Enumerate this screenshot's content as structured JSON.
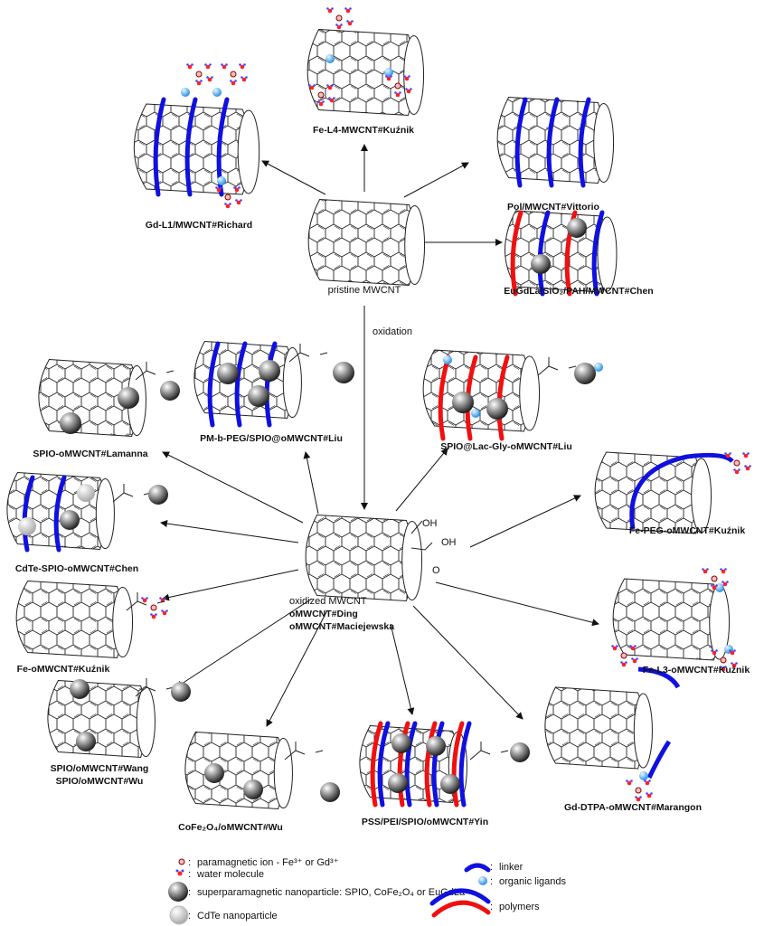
{
  "center_labels": {
    "pristine": "pristine MWCNT",
    "oxidation": "oxidation",
    "oxidized": "oxidized MWCNT",
    "ding": "oMWCNT#Ding",
    "maciejewska": "oMWCNT#Maciejewska"
  },
  "products": [
    {
      "id": "gd-l1",
      "label": "Gd-L1/MWCNT#Richard"
    },
    {
      "id": "fe-l4",
      "label": "Fe-L4-MWCNT#Kuźnik"
    },
    {
      "id": "pol",
      "label": "Pol/MWCNT#Vittorio"
    },
    {
      "id": "eugdla",
      "label": "EuGdLa/SiO₂/PAH/MWCNT#Chen"
    },
    {
      "id": "lamanna",
      "label": "SPIO-oMWCNT#Lamanna"
    },
    {
      "id": "pmbpeg",
      "label": "PM-b-PEG/SPIO@oMWCNT#Liu"
    },
    {
      "id": "lacgly",
      "label": "SPIO@Lac-Gly-oMWCNT#Liu"
    },
    {
      "id": "cdte",
      "label": "CdTe-SPIO-oMWCNT#Chen"
    },
    {
      "id": "fepeg",
      "label": "Fe-PEG-oMWCNT#Kuźnik"
    },
    {
      "id": "feo",
      "label": "Fe-oMWCNT#Kuźnik"
    },
    {
      "id": "fel3",
      "label": "Fe-L3-oMWCNT#Kuźnik"
    },
    {
      "id": "wang",
      "label": "SPIO/oMWCNT#Wang",
      "label2": "SPIO/oMWCNT#Wu"
    },
    {
      "id": "cofe",
      "label": "CoFe₂O₄/oMWCNT#Wu"
    },
    {
      "id": "pss",
      "label": "PSS/PEI/SPIO/oMWCNT#Yin"
    },
    {
      "id": "gddtpa",
      "label": "Gd-DTPA-oMWCNT#Marangon"
    }
  ],
  "chem": {
    "oh": "OH",
    "o": "O"
  },
  "legend": {
    "ion": "paramagnetic ion - Fe³⁺ or Gd³⁺",
    "water": "water molecule",
    "spio": "superparamagnetic nanoparticle: SPIO, CoFe₂O₄ or EuGdLa",
    "cdte": "CdTe nanoparticle",
    "linker": "linker",
    "ligands": "organic ligands",
    "polymers": "polymers",
    "colon": ":"
  },
  "colors": {
    "linker": "#1010e0",
    "polymer_red": "#f01010",
    "ligand": "#4ab0f0",
    "nanoparticle": "#555555",
    "cdte": "#cccccc"
  }
}
